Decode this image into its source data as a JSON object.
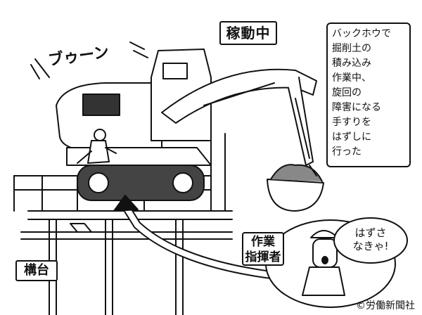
{
  "labels": {
    "working_sign": "稼動中",
    "sound_effect": "ブゥーン",
    "description": "バックホウで\n掘削土の\n積み込み\n作業中、\n旋回の\n障害になる\n手すりを\nはずしに\n行った",
    "director_sign": "作業\n指揮者",
    "speech_bubble": "はずさ\nなきゃ!",
    "platform_sign": "構台",
    "copyright": "©労働新聞社"
  },
  "icons": [
    "backhoe-illustration",
    "worker-figure",
    "director-face",
    "arrow-curve",
    "bucket-icon"
  ]
}
